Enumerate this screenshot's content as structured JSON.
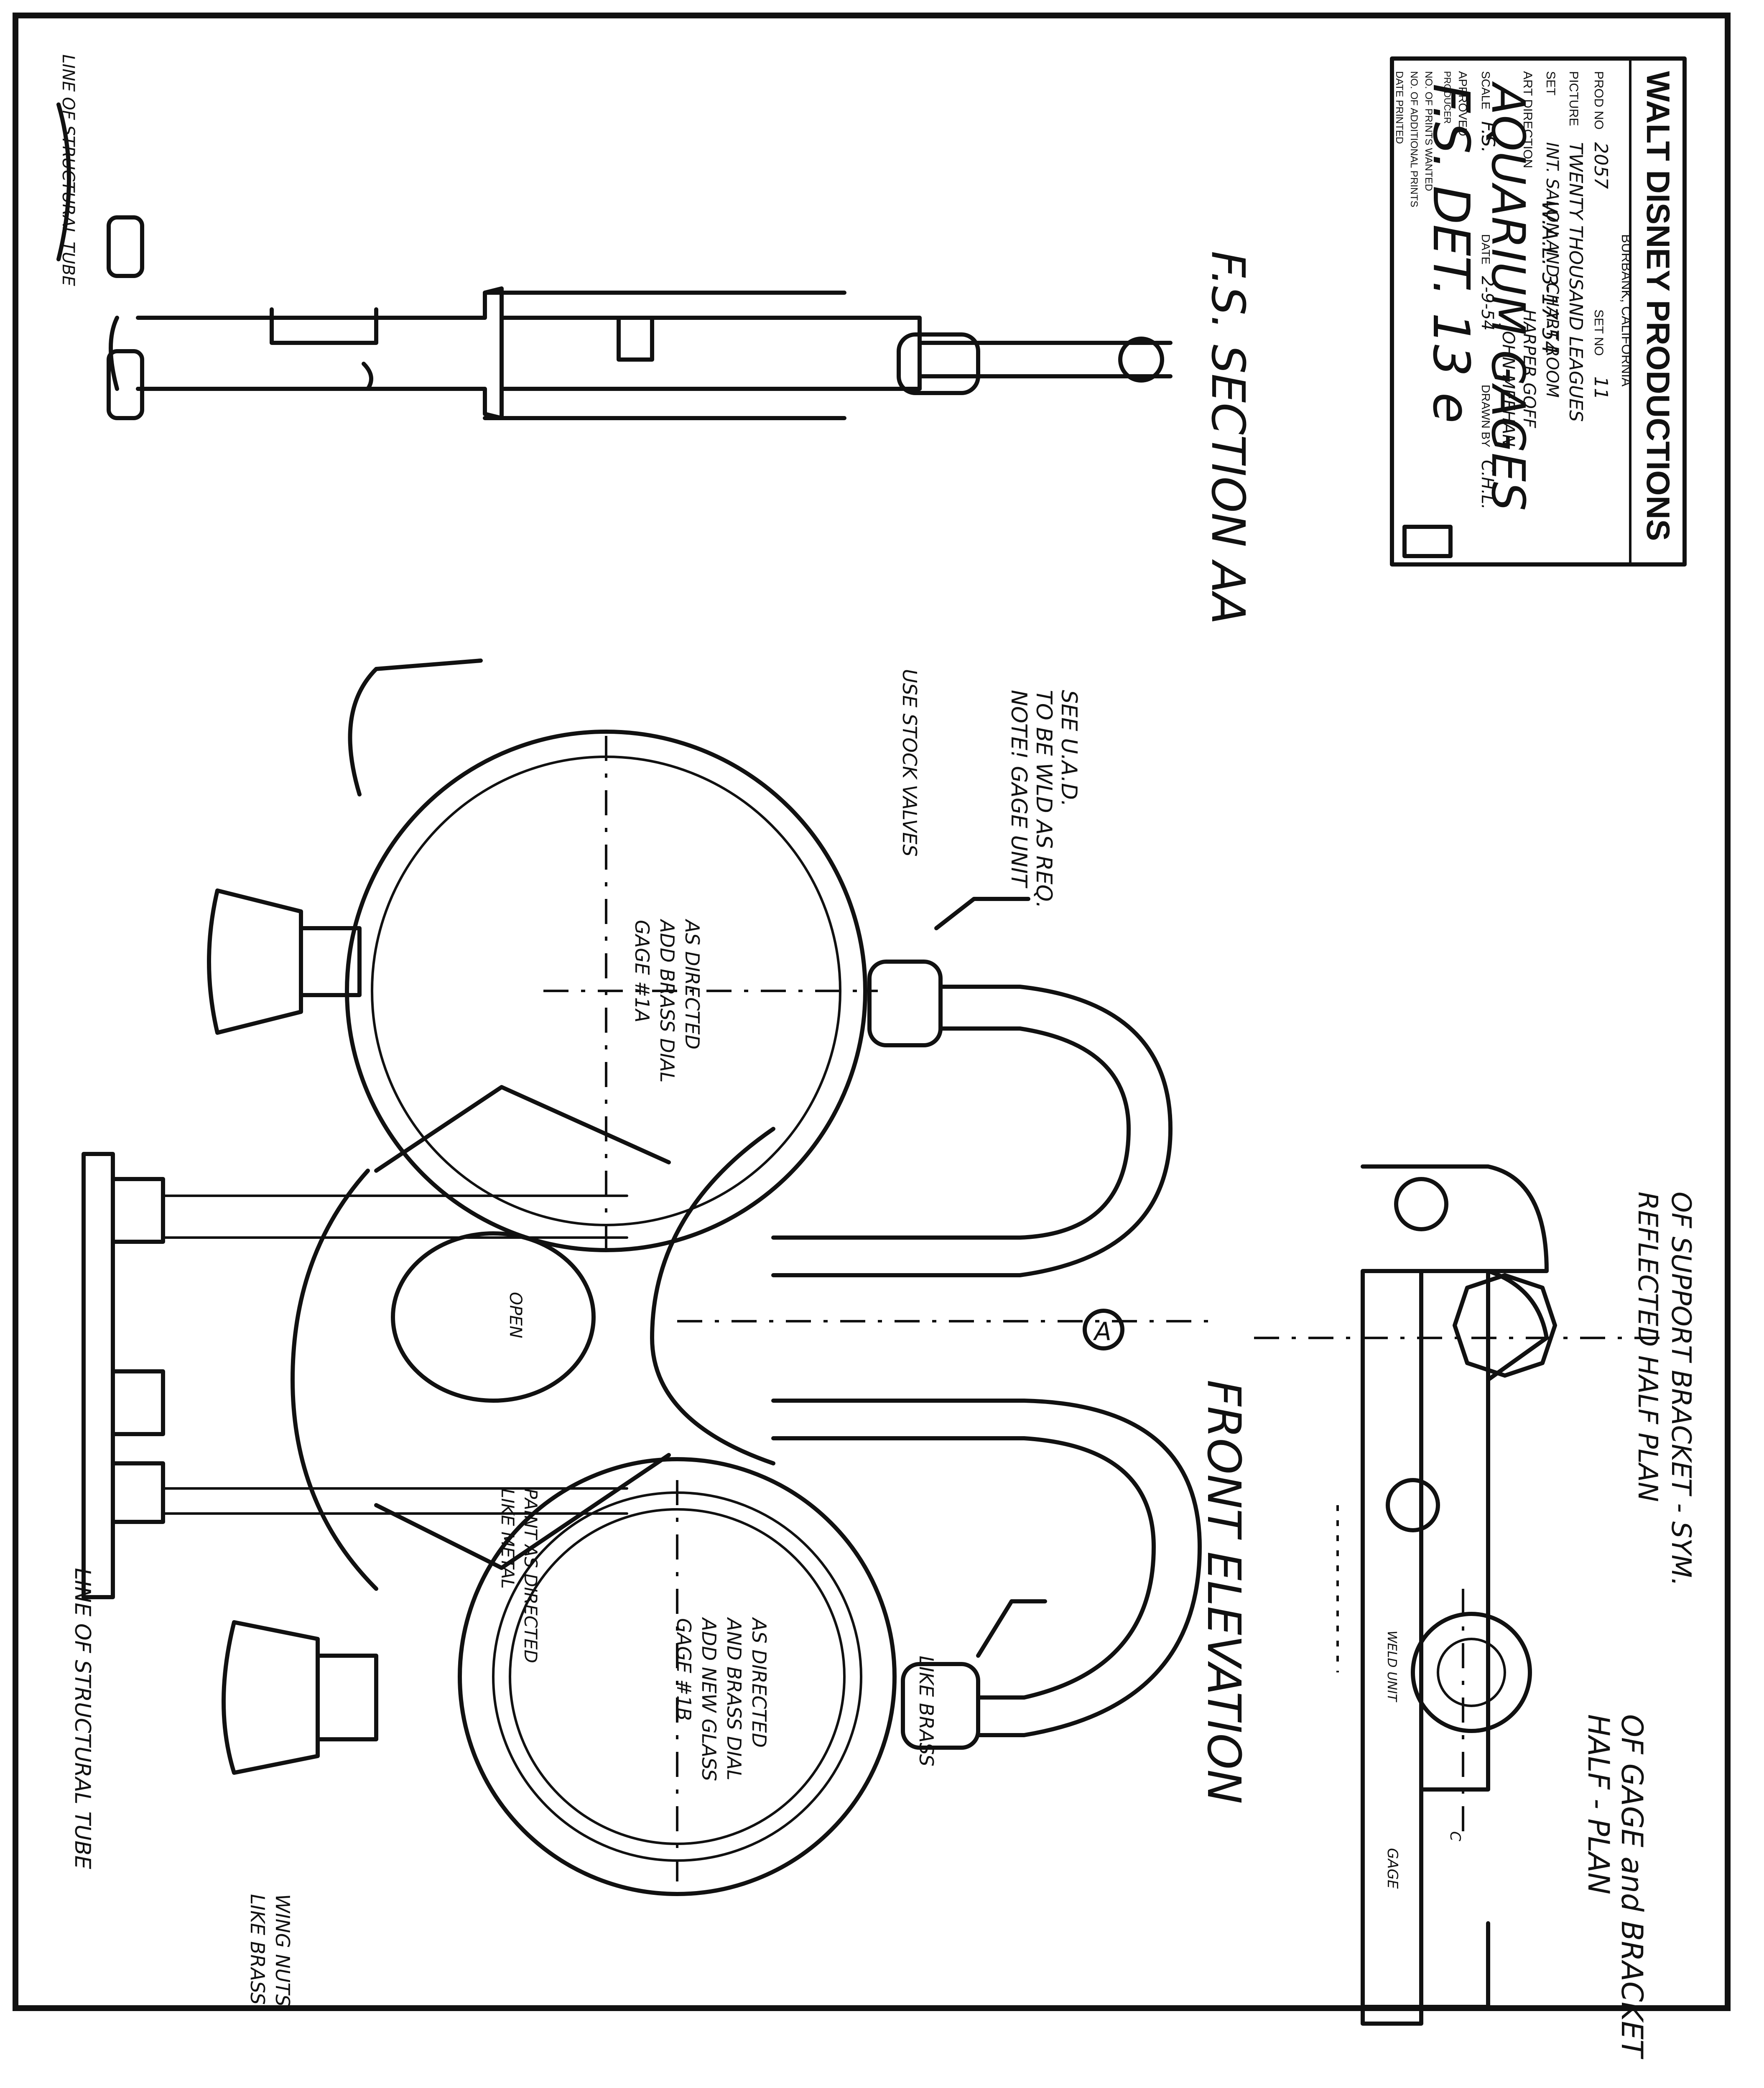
{
  "title_block": {
    "company": "WALT DISNEY PRODUCTIONS",
    "location": "BURBANK, CALIFORNIA",
    "prod_no_label": "PROD NO",
    "prod_no": "2057",
    "set_no_label": "SET NO",
    "set_no": "11",
    "picture_label": "PICTURE",
    "picture": "TWENTY THOUSAND LEAGUES",
    "set_label": "SET",
    "set": "INT. SALON AND CHART ROOM",
    "art_direction_label": "ART DIRECTION",
    "art_direction": "HARPER GOFF",
    "art_direction_2": "JOHN MEEHAN",
    "scale_label": "SCALE",
    "scale": "F.S.",
    "date_label": "DATE",
    "date": "2-9-54",
    "drawn_by_label": "DRAWN BY",
    "drawn_by": "C.H.L.",
    "approved_label": "APPROVED",
    "producer_label": "PRODUCER",
    "prints_wanted_label": "NO. OF PRINTS WANTED",
    "additional_prints_label": "NO. OF ADDITIONAL PRINTS",
    "date_printed_label": "DATE PRINTED"
  },
  "drawing_title": {
    "initials_date": "W.A.L.  3-17-54",
    "line1": "AQUARIUM GAGES",
    "line2": "F.S. DET. 13 e"
  },
  "views": {
    "section": "F.S. SECTION AA",
    "front": "FRONT ELEVATION",
    "half_plan_1": "HALF - PLAN",
    "half_plan_2": "OF GAGE and BRACKET",
    "reflected_1": "REFLECTED HALF PLAN",
    "reflected_2": "OF SUPPORT BRACKET - SYM."
  },
  "notes": {
    "struct_tube_top": "LINE OF STRUCTURAL TUBE",
    "struct_tube_left": "LINE OF STRUCTURAL TUBE",
    "wing_nuts_1": "LIKE BRASS",
    "wing_nuts_2": "WING NUTS",
    "gage_1a_1": "GAGE #1A",
    "gage_1a_2": "ADD BRASS DIAL",
    "gage_1a_3": "AS DIRECTED",
    "gage_1b_1": "GAGE #1B",
    "gage_1b_2": "ADD NEW GLASS",
    "gage_1b_3": "AND BRASS DIAL",
    "gage_1b_4": "AS DIRECTED",
    "stock_valves": "USE STOCK VALVES",
    "note_1": "NOTE! GAGE UNIT",
    "note_2": "TO BE WLD AS REQ.",
    "note_3": "SEE U.A.D.",
    "like_brass": "LIKE BRASS",
    "paint_1": "LIKE METAL",
    "paint_2": "PAINT AS DIRECTED",
    "open": "OPEN",
    "section_marker": "A",
    "gage_label": "GAGE",
    "weld_label": "WELD UNIT",
    "c_label": "C"
  }
}
